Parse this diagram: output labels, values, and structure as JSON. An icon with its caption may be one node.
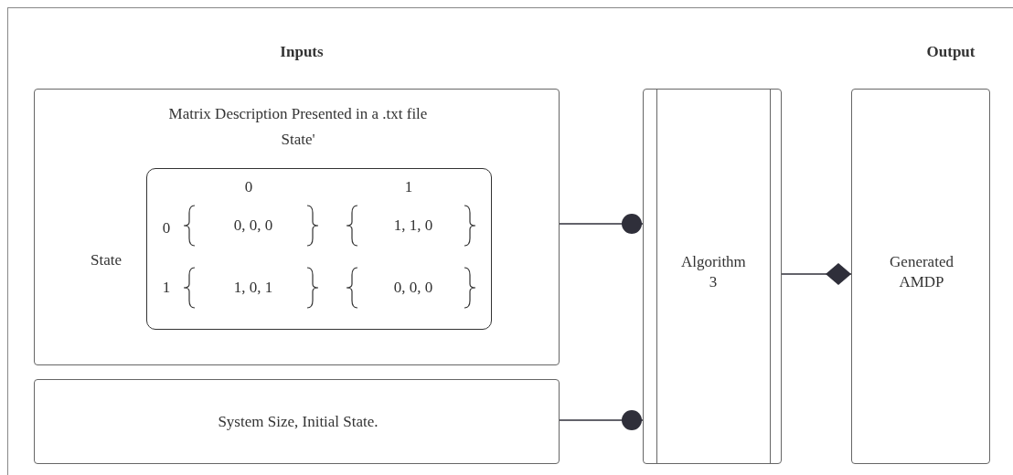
{
  "diagram": {
    "nodes": [
      {
        "text": [
          "Matrix Description Presented in a .txt file",
          "State'",
          "State"
        ]
      },
      {
        "text": [
          "0",
          "1",
          "0",
          "0, 0, 0",
          "1, 1, 0",
          "1",
          "1, 0, 1",
          "0, 0, 0"
        ],
        "in": 0
      },
      {
        "text": [
          "System Size, Initial State."
        ]
      },
      {
        "text": [
          "Algorithm 3"
        ]
      },
      {
        "text": [
          "Generated AMDP"
        ]
      }
    ],
    "edges": [
      {
        "from": 0,
        "to": 3,
        "arrow": "other"
      },
      {
        "from": 2,
        "to": 3,
        "arrow": "other"
      },
      {
        "from": 3,
        "to": 4,
        "arrow": "other"
      }
    ],
    "labels": [
      "Inputs",
      "Output"
    ]
  }
}
